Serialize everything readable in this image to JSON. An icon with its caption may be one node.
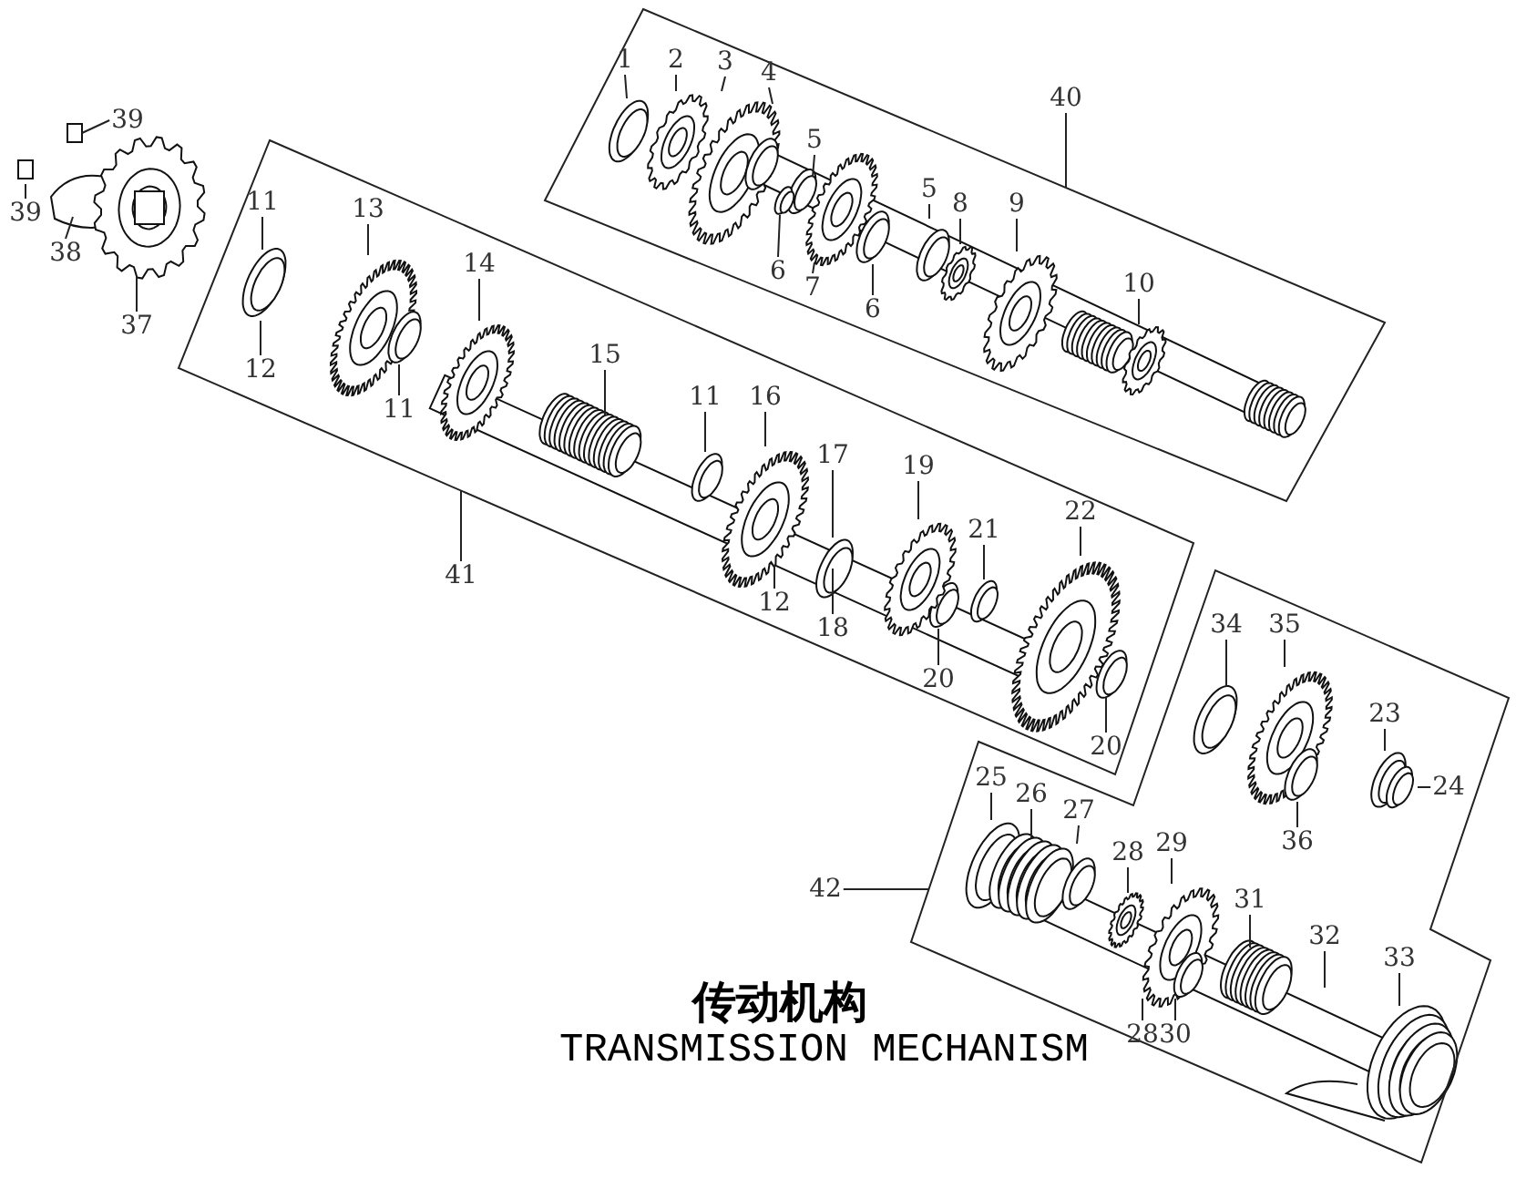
{
  "diagram": {
    "title": "传动机构",
    "caption": "TRANSMISSION MECHANISM",
    "nodes": [
      {
        "text": [
          "39"
        ]
      },
      {
        "text": [
          "39"
        ]
      },
      {
        "text": [
          "38"
        ]
      },
      {
        "text": [
          "37"
        ]
      },
      {
        "text": [],
        "shape": "box"
      },
      {
        "text": [
          "1"
        ],
        "in": 4
      },
      {
        "text": [
          "2"
        ],
        "in": 4
      },
      {
        "text": [
          "3"
        ],
        "in": 4
      },
      {
        "text": [
          "4"
        ],
        "in": 4
      },
      {
        "text": [
          "5"
        ],
        "in": 4
      },
      {
        "text": [
          "6"
        ],
        "in": 4
      },
      {
        "text": [
          "7"
        ],
        "in": 4
      },
      {
        "text": [
          "6"
        ],
        "in": 4
      },
      {
        "text": [
          "5"
        ],
        "in": 4
      },
      {
        "text": [
          "8"
        ],
        "in": 4
      },
      {
        "text": [
          "9"
        ],
        "in": 4
      },
      {
        "text": [
          "10"
        ],
        "in": 4
      },
      {
        "text": [
          "40"
        ]
      },
      {
        "text": [],
        "shape": "box"
      },
      {
        "text": [
          "11"
        ],
        "in": 18
      },
      {
        "text": [
          "13"
        ],
        "in": 18
      },
      {
        "text": [
          "14"
        ],
        "in": 18
      },
      {
        "text": [
          "12"
        ],
        "in": 18
      },
      {
        "text": [
          "11"
        ],
        "in": 18
      },
      {
        "text": [
          "15"
        ],
        "in": 18
      },
      {
        "text": [
          "11"
        ],
        "in": 18
      },
      {
        "text": [
          "16"
        ],
        "in": 18
      },
      {
        "text": [
          "17"
        ],
        "in": 18
      },
      {
        "text": [
          "12"
        ],
        "in": 18
      },
      {
        "text": [
          "18"
        ],
        "in": 18
      },
      {
        "text": [
          "19"
        ],
        "in": 18
      },
      {
        "text": [
          "21"
        ],
        "in": 18
      },
      {
        "text": [
          "22"
        ],
        "in": 18
      },
      {
        "text": [
          "20"
        ],
        "in": 18
      },
      {
        "text": [
          "20"
        ],
        "in": 18
      },
      {
        "text": [
          "41"
        ]
      },
      {
        "text": [],
        "shape": "box"
      },
      {
        "text": [
          "34"
        ],
        "in": 36
      },
      {
        "text": [
          "35"
        ],
        "in": 36
      },
      {
        "text": [
          "23"
        ],
        "in": 36
      },
      {
        "text": [
          "24"
        ],
        "in": 36
      },
      {
        "text": [
          "36"
        ],
        "in": 36
      },
      {
        "text": [
          "25"
        ],
        "in": 36
      },
      {
        "text": [
          "26"
        ],
        "in": 36
      },
      {
        "text": [
          "27"
        ],
        "in": 36
      },
      {
        "text": [
          "28"
        ],
        "in": 36
      },
      {
        "text": [
          "29"
        ],
        "in": 36
      },
      {
        "text": [
          "31"
        ],
        "in": 36
      },
      {
        "text": [
          "32"
        ],
        "in": 36
      },
      {
        "text": [
          "33"
        ],
        "in": 36
      },
      {
        "text": [
          "28"
        ],
        "in": 36
      },
      {
        "text": [
          "30"
        ],
        "in": 36
      },
      {
        "text": [
          "42"
        ]
      }
    ],
    "edges": [
      {
        "from": 0,
        "to": null,
        "arrow": "none"
      },
      {
        "from": 1,
        "to": null,
        "arrow": "none"
      },
      {
        "from": 2,
        "to": null,
        "arrow": "none"
      },
      {
        "from": 3,
        "to": null,
        "arrow": "none"
      },
      {
        "from": 5,
        "to": null,
        "arrow": "none"
      },
      {
        "from": 6,
        "to": null,
        "arrow": "none"
      },
      {
        "from": 7,
        "to": null,
        "arrow": "none"
      },
      {
        "from": 8,
        "to": null,
        "arrow": "none"
      },
      {
        "from": 9,
        "to": null,
        "arrow": "none"
      },
      {
        "from": 10,
        "to": null,
        "arrow": "none"
      },
      {
        "from": 11,
        "to": null,
        "arrow": "none"
      },
      {
        "from": 12,
        "to": null,
        "arrow": "none"
      },
      {
        "from": 13,
        "to": null,
        "arrow": "none"
      },
      {
        "from": 14,
        "to": null,
        "arrow": "none"
      },
      {
        "from": 15,
        "to": null,
        "arrow": "none"
      },
      {
        "from": 16,
        "to": null,
        "arrow": "none"
      },
      {
        "from": 17,
        "to": 4,
        "arrow": "none"
      },
      {
        "from": 19,
        "to": null,
        "arrow": "none"
      },
      {
        "from": 20,
        "to": null,
        "arrow": "none"
      },
      {
        "from": 21,
        "to": null,
        "arrow": "none"
      },
      {
        "from": 22,
        "to": null,
        "arrow": "none"
      },
      {
        "from": 23,
        "to": null,
        "arrow": "none"
      },
      {
        "from": 24,
        "to": null,
        "arrow": "none"
      },
      {
        "from": 25,
        "to": null,
        "arrow": "none"
      },
      {
        "from": 26,
        "to": null,
        "arrow": "none"
      },
      {
        "from": 27,
        "to": null,
        "arrow": "none"
      },
      {
        "from": 28,
        "to": null,
        "arrow": "none"
      },
      {
        "from": 29,
        "to": null,
        "arrow": "none"
      },
      {
        "from": 30,
        "to": null,
        "arrow": "none"
      },
      {
        "from": 31,
        "to": null,
        "arrow": "none"
      },
      {
        "from": 32,
        "to": null,
        "arrow": "none"
      },
      {
        "from": 33,
        "to": null,
        "arrow": "none"
      },
      {
        "from": 34,
        "to": null,
        "arrow": "none"
      },
      {
        "from": 35,
        "to": 18,
        "arrow": "none"
      },
      {
        "from": 37,
        "to": null,
        "arrow": "none"
      },
      {
        "from": 38,
        "to": null,
        "arrow": "none"
      },
      {
        "from": 39,
        "to": null,
        "arrow": "none"
      },
      {
        "from": 40,
        "to": null,
        "arrow": "none"
      },
      {
        "from": 41,
        "to": null,
        "arrow": "none"
      },
      {
        "from": 42,
        "to": null,
        "arrow": "none"
      },
      {
        "from": 43,
        "to": null,
        "arrow": "none"
      },
      {
        "from": 44,
        "to": null,
        "arrow": "none"
      },
      {
        "from": 45,
        "to": null,
        "arrow": "none"
      },
      {
        "from": 46,
        "to": null,
        "arrow": "none"
      },
      {
        "from": 47,
        "to": null,
        "arrow": "none"
      },
      {
        "from": 48,
        "to": null,
        "arrow": "none"
      },
      {
        "from": 49,
        "to": null,
        "arrow": "none"
      },
      {
        "from": 50,
        "to": null,
        "arrow": "none"
      },
      {
        "from": 51,
        "to": null,
        "arrow": "none"
      },
      {
        "from": 52,
        "to": 36,
        "arrow": "none"
      }
    ]
  }
}
